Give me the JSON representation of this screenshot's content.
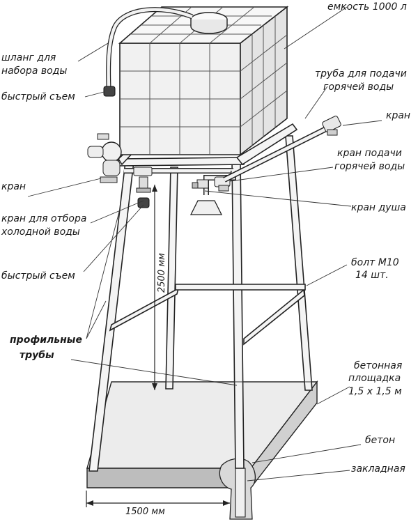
{
  "diagram": {
    "labels": {
      "tank": "емкость 1000 л",
      "hose_line1": "шланг для",
      "hose_line2": "набора воды",
      "quick_connect_top": "быстрый съем",
      "hot_pipe_line1": "труба для подачи",
      "hot_pipe_line2": "горячей воды",
      "valve_right": "кран",
      "hot_valve_line1": "кран подачи",
      "hot_valve_line2": "горячей воды",
      "valve_left": "кран",
      "cold_valve_line1": "кран для отбора",
      "cold_valve_line2": "холодной воды",
      "shower_valve": "кран душа",
      "quick_connect_bottom": "быстрый съем",
      "bolt_line1": "болт М10",
      "bolt_line2": "14 шт.",
      "profile_line1": "профильные",
      "profile_line2": "трубы",
      "pad_line1": "бетонная",
      "pad_line2": "площадка",
      "pad_line3": "1,5 х 1,5 м",
      "concrete": "бетон",
      "embed": "закладная"
    },
    "dimensions": {
      "height": "2500 мм",
      "width": "1500 мм"
    }
  }
}
